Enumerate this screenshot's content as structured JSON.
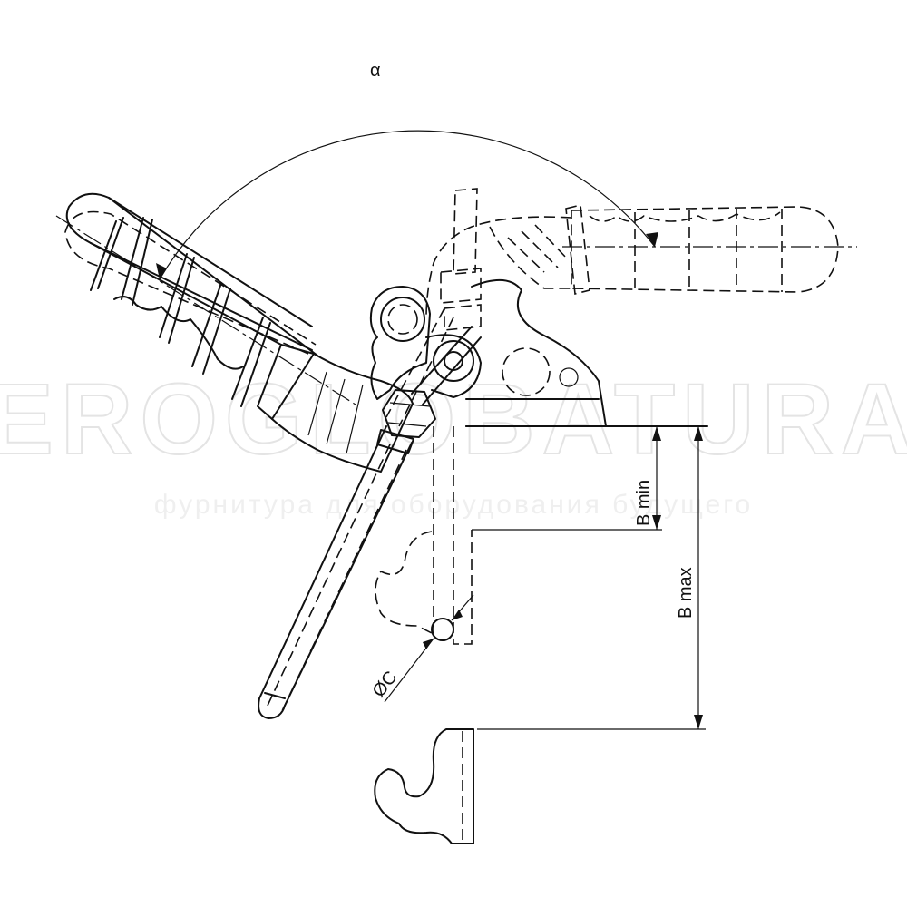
{
  "labels": {
    "angle": "α",
    "b_min": "B min",
    "b_max": "B max",
    "diameter_c": "ØC"
  },
  "watermark": {
    "brand": "EROGLOBATURA",
    "tagline": "фурнитура для оборудования будущего"
  },
  "colors": {
    "line": "#111111",
    "background": "#ffffff",
    "watermark": "#e4e4e4"
  }
}
